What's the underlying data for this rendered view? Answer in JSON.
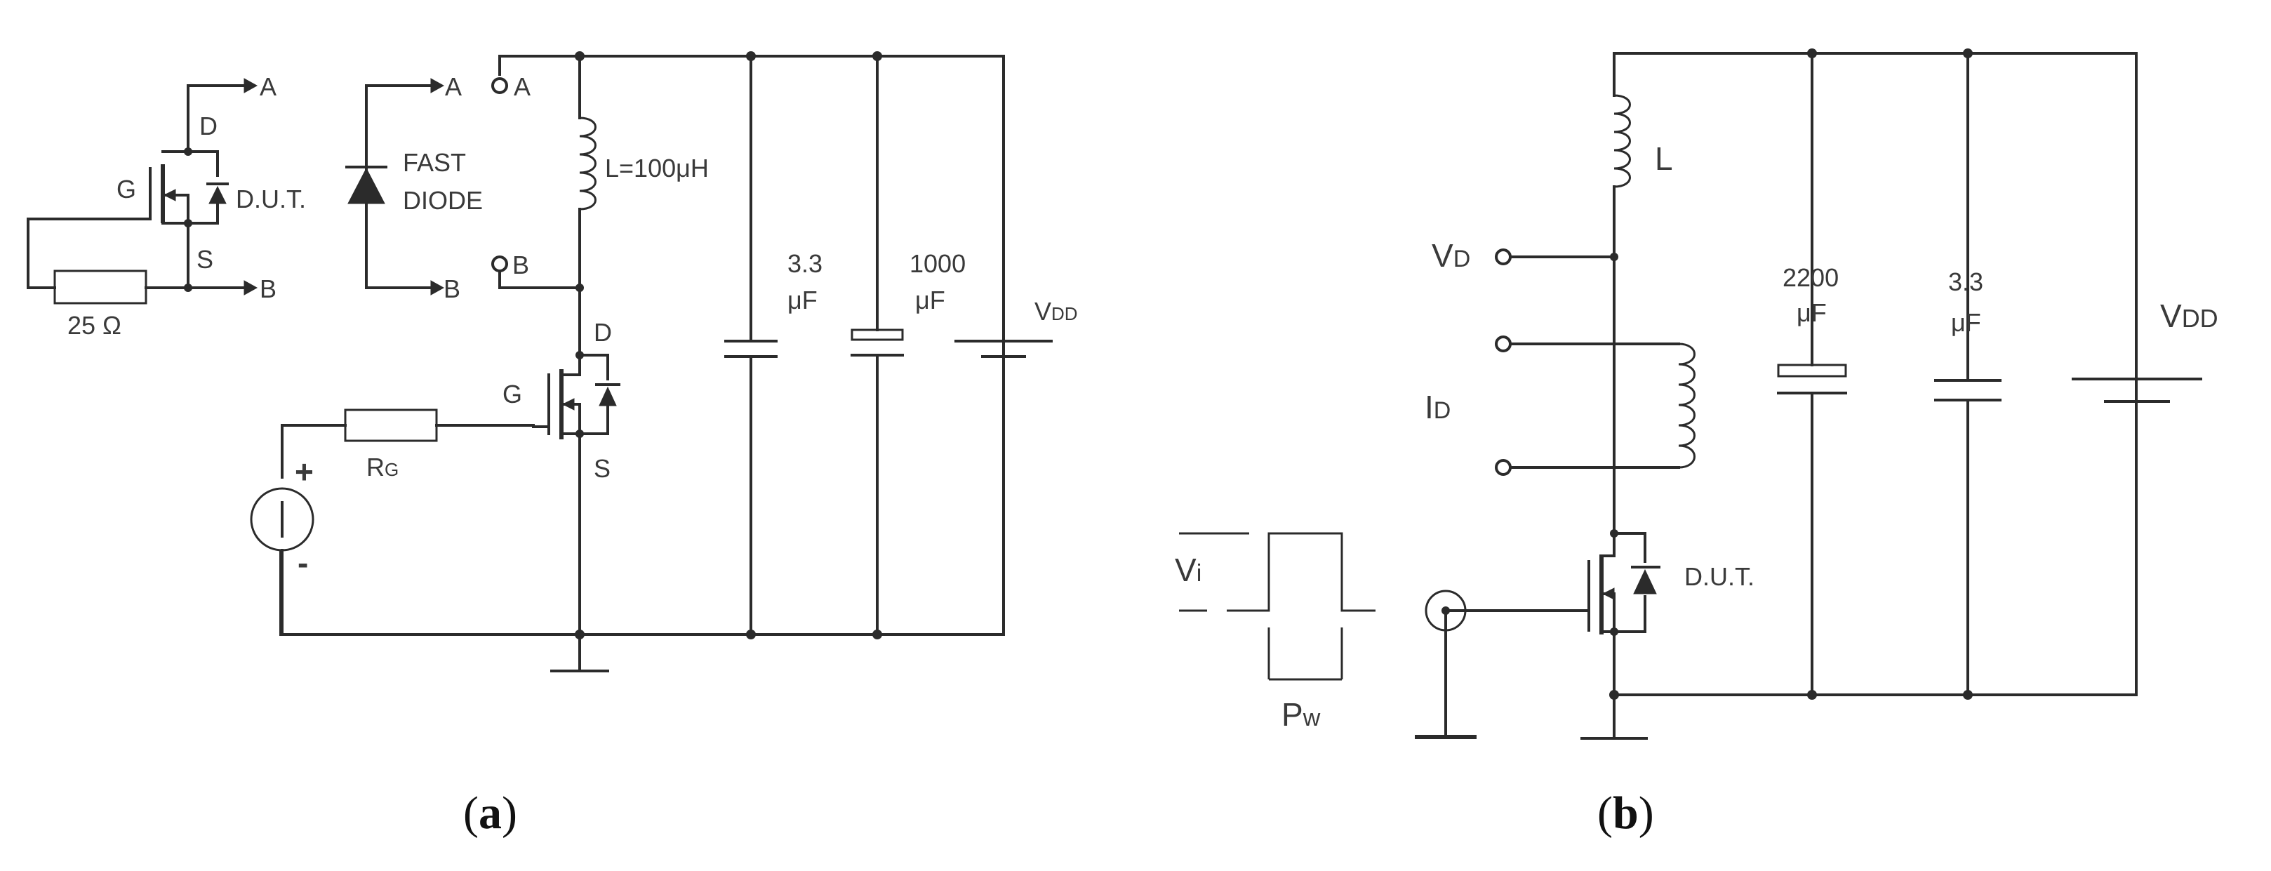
{
  "figure_a": {
    "caption_open": "(",
    "caption_letter": "a",
    "caption_close": ")",
    "inset": {
      "node_a": "A",
      "node_b": "B",
      "drain": "D",
      "source": "S",
      "gate": "G",
      "dut": "D.U.T.",
      "resistor": "25 Ω"
    },
    "fast_diode": {
      "label_line1": "FAST",
      "label_line2": "DIODE",
      "node_a": "A",
      "node_b": "B"
    },
    "terminal_a": "A",
    "terminal_b": "B",
    "inductor": "L=100μH",
    "cap1_line1": "3.3",
    "cap1_line2": "μF",
    "cap2_line1": "1000",
    "cap2_line2": "μF",
    "supply_main": "V",
    "supply_sub": "DD",
    "mosfet_drain": "D",
    "mosfet_gate": "G",
    "mosfet_source": "S",
    "gate_res_main": "R",
    "gate_res_sub": "G",
    "source_plus": "+",
    "source_minus": "-"
  },
  "figure_b": {
    "caption_open": "(",
    "caption_letter": "b",
    "caption_close": ")",
    "inductor": "L",
    "vd_main": "V",
    "vd_sub": "D",
    "id_main": "I",
    "id_sub": "D",
    "vi_main": "V",
    "vi_sub": "i",
    "pw_main": "P",
    "pw_sub": "w",
    "dut": "D.U.T.",
    "cap1_line1": "2200",
    "cap1_line2": "μF",
    "cap2_line1": "3.3",
    "cap2_line2": "μF",
    "supply_main": "V",
    "supply_sub": "DD"
  }
}
